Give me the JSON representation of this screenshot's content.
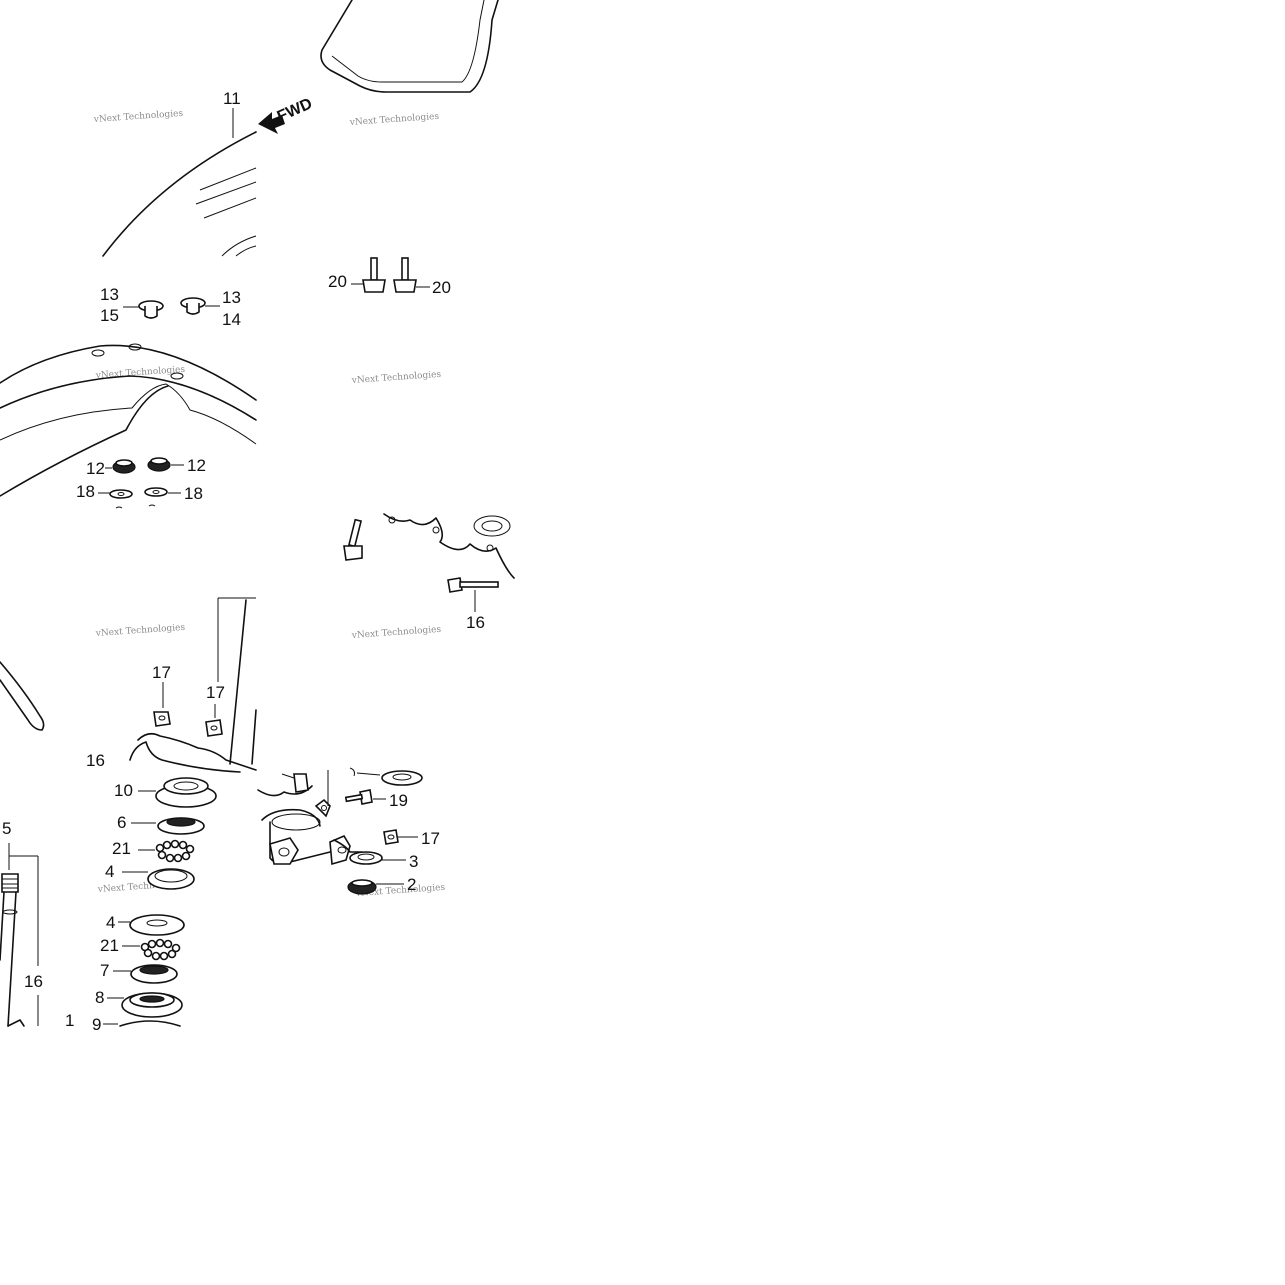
{
  "watermark": "vNext Technologies",
  "fwd_label": "FWD",
  "callouts": {
    "c11": "11",
    "c13a": "13",
    "c15": "15",
    "c13b": "13",
    "c14": "14",
    "c20a": "20",
    "c20b": "20",
    "c12a": "12",
    "c12b": "12",
    "c18a": "18",
    "c18b": "18",
    "c16a": "16",
    "c16b": "16",
    "c16c": "16",
    "c17a": "17",
    "c17b": "17",
    "c17c": "17",
    "c10": "10",
    "c6": "6",
    "c21a": "21",
    "c4a": "4",
    "c5": "5",
    "c4b": "4",
    "c21b": "21",
    "c7": "7",
    "c8": "8",
    "c9": "9",
    "c1": "1",
    "c19": "19",
    "c3": "3",
    "c2": "2"
  }
}
